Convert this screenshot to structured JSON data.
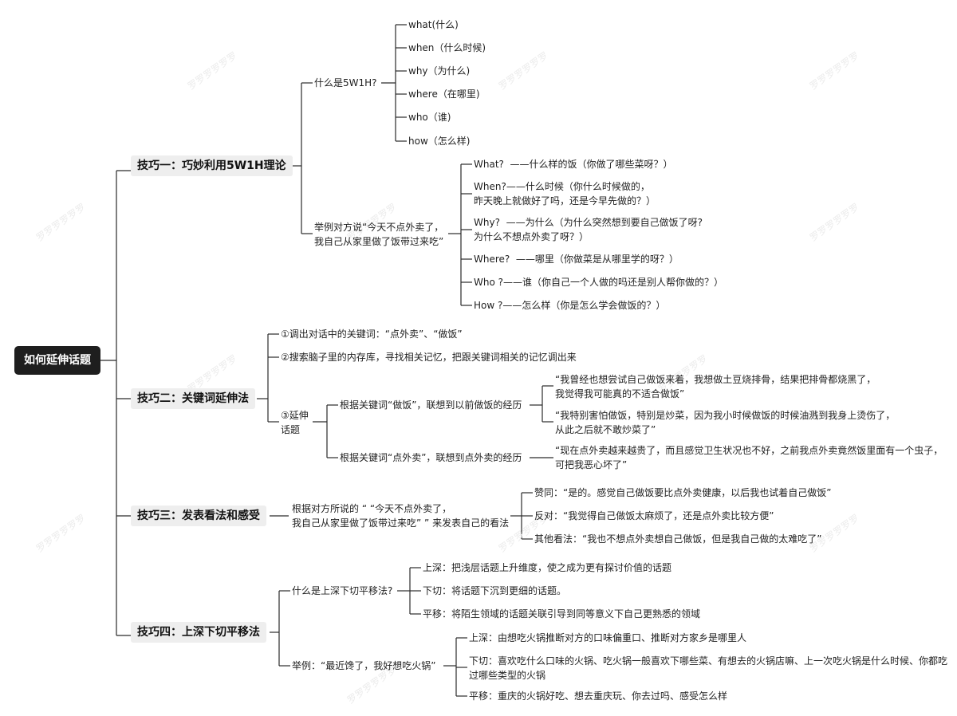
{
  "root": "如何延伸话题",
  "watermark": "罗罗罗罗罗罗",
  "branch1": {
    "title": "技巧一：巧妙利用5W1H理论",
    "what_is": "什么是5W1H?",
    "w_items": [
      "what(什么)",
      "when（什么时候)",
      "why（为什么)",
      "where（在哪里)",
      "who（谁)",
      "how（怎么样)"
    ],
    "example": "举例对方说“今天不点外卖了，\n我自己从家里做了饭带过来吃”",
    "example_items": [
      "What?  ——什么样的饭（你做了哪些菜呀？）",
      "When?——什么时候（你什么时候做的，\n昨天晚上就做好了吗，还是今早先做的？）",
      "Why?  ——为什么（为什么突然想到要自己做饭了呀?\n为什么不想点外卖了呀？）",
      "Where?  ——哪里（你做菜是从哪里学的呀？）",
      "Who ?——谁（你自己一个人做的吗还是别人帮你做的？）",
      "How ?——怎么样（你是怎么学会做饭的？）"
    ]
  },
  "branch2": {
    "title": "技巧二：关键词延伸法",
    "step1": "①调出对话中的关键词：“点外卖”、“做饭”",
    "step2": "②搜索脑子里的内存库，寻找相关记忆，把跟关键词相关的记忆调出来",
    "step3": "③延伸\n话题",
    "kw1": "根据关键词“做饭”，联想到以前做饭的经历",
    "kw1_items": [
      "“我曾经也想尝试自己做饭来着，我想做土豆烧排骨，结果把排骨都烧黑了，\n我觉得我可能真的不适合做饭”",
      "“我特别害怕做饭，特别是炒菜，因为我小时候做饭的时候油溅到我身上烫伤了，\n从此之后就不敢炒菜了”"
    ],
    "kw2": "根据关键词“点外卖”，联想到点外卖的经历",
    "kw2_item": "“现在点外卖越来越贵了，而且感觉卫生状况也不好，之前我点外卖竟然饭里面有一个虫子，\n可把我恶心坏了”"
  },
  "branch3": {
    "title": "技巧三：发表看法和感受",
    "basis": "根据对方所说的 “ “今天不点外卖了，\n我自己从家里做了饭带过来吃” ” 来发表自己的看法",
    "items": [
      "赞同：“是的。感觉自己做饭要比点外卖健康，以后我也试着自己做饭”",
      "反对：“我觉得自己做饭太麻烦了，还是点外卖比较方便”",
      "其他看法：“我也不想点外卖想自己做饭，但是我自己做的太难吃了”"
    ]
  },
  "branch4": {
    "title": "技巧四：上深下切平移法",
    "what_is": "什么是上深下切平移法?",
    "def_items": [
      "上深：把浅层话题上升维度，使之成为更有探讨价值的话题",
      "下切：将话题下沉到更细的话题。",
      "平移：将陌生领域的话题关联引导到同等意义下自己更熟悉的领域"
    ],
    "example": "举例：“最近馋了，我好想吃火锅”",
    "example_items": [
      "上深：由想吃火锅推断对方的口味偏重口、推断对方家乡是哪里人",
      "下切：喜欢吃什么口味的火锅、吃火锅一般喜欢下哪些菜、有想去的火锅店嘛、上一次吃火锅是什么时候、你都吃\n过哪些类型的火锅",
      "平移：重庆的火锅好吃、想去重庆玩、你去过吗、感受怎么样"
    ]
  }
}
